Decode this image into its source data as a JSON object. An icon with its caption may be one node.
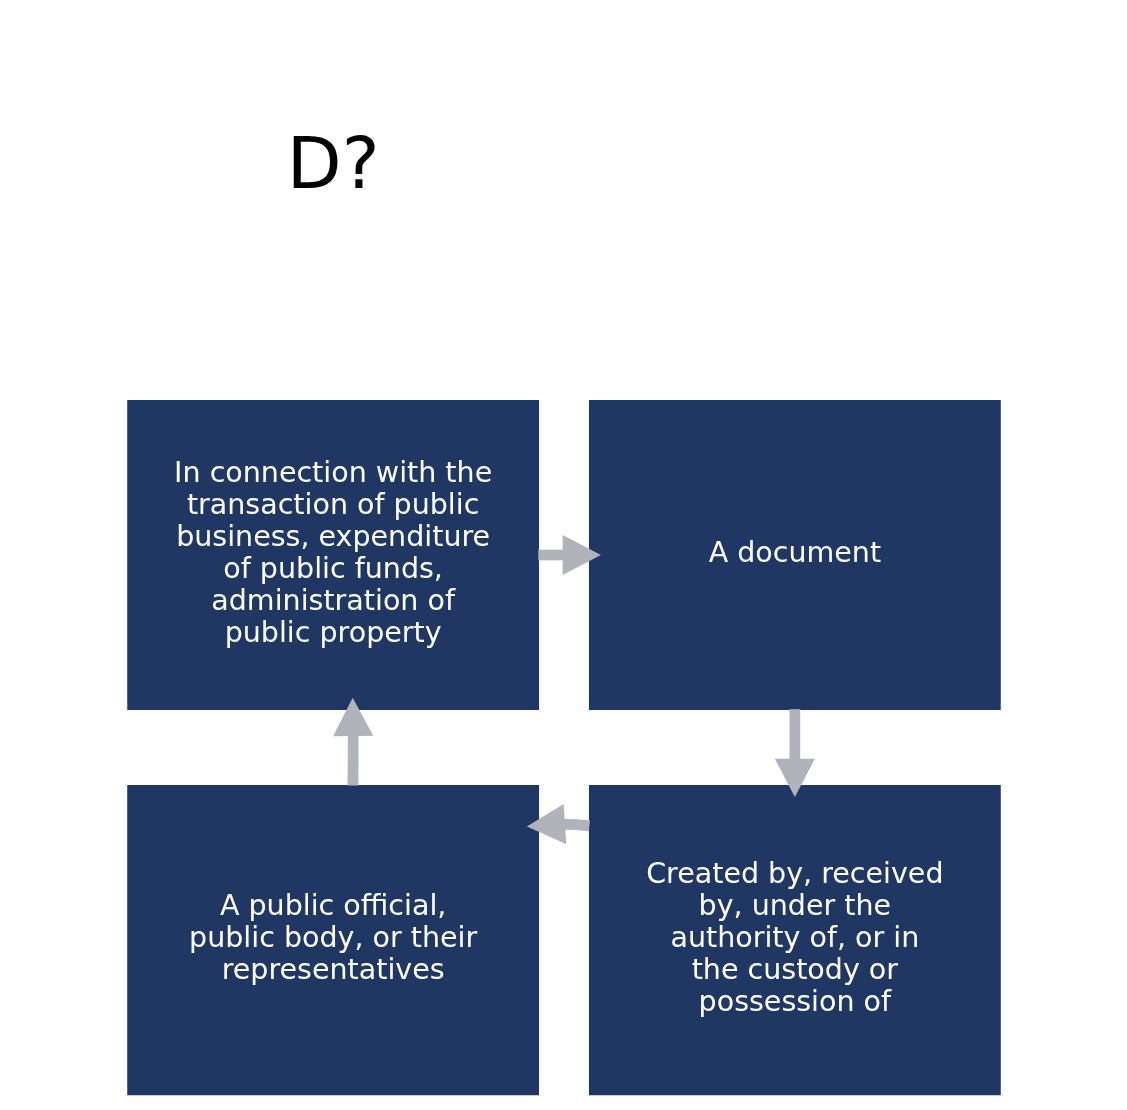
{
  "diagram": {
    "nodes": [
      {
        "text": [
          "In connection with the transaction of public business, expenditure of public funds, administration of public property"
        ]
      },
      {
        "text": [
          "A document"
        ]
      },
      {
        "text": [
          "A public official, public body, or their representatives"
        ]
      },
      {
        "text": [
          "Created by, received by, under the authority of, or in the custody or possession of"
        ]
      }
    ],
    "edges": [
      {
        "from": 0,
        "to": 1,
        "arrow": "to"
      },
      {
        "from": 1,
        "to": 3,
        "arrow": "to"
      },
      {
        "from": 3,
        "to": 2,
        "arrow": "to"
      },
      {
        "from": 2,
        "to": 0,
        "arrow": "to"
      }
    ],
    "labels": [
      "D?"
    ]
  }
}
